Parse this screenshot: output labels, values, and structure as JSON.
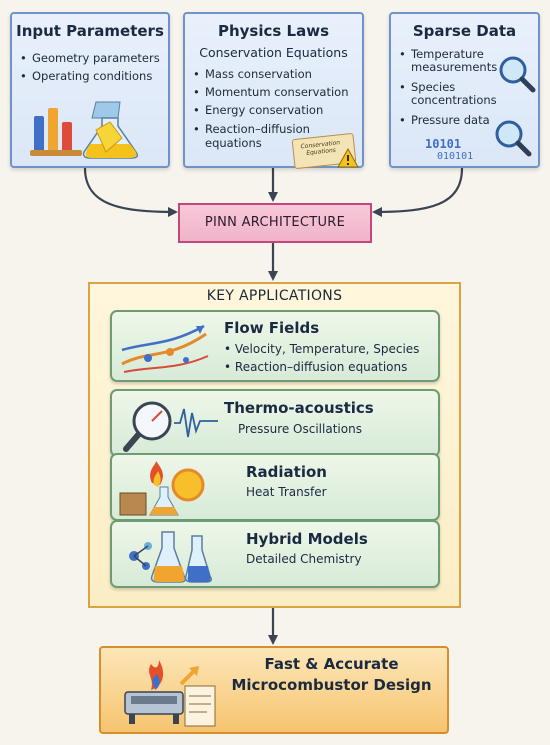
{
  "inputs": {
    "title": "Input Parameters",
    "items": [
      "Geometry parameters",
      "Operating conditions"
    ]
  },
  "physics": {
    "title": "Physics Laws",
    "subtitle": "Conservation Equations",
    "items": [
      "Mass conservation",
      "Momentum conservation",
      "Energy conservation",
      "Reaction–diffusion equations"
    ],
    "scroll_label": "Conservation Equations"
  },
  "sparse": {
    "title": "Sparse Data",
    "items": [
      "Temperature measurements",
      "Species concentrations",
      "Pressure data"
    ],
    "binary_1": "10101",
    "binary_2": "010101"
  },
  "pinn": {
    "label": "PINN ARCHITECTURE"
  },
  "applications": {
    "title": "KEY APPLICATIONS",
    "items": [
      {
        "title": "Flow Fields",
        "lines": [
          "• Velocity, Temperature, Species",
          "• Reaction–diffusion equations"
        ]
      },
      {
        "title": "Thermo-acoustics",
        "lines": [
          "Pressure Oscillations"
        ]
      },
      {
        "title": "Radiation",
        "lines": [
          "Heat Transfer"
        ]
      },
      {
        "title": "Hybrid Models",
        "lines": [
          "Detailed Chemistry"
        ]
      }
    ]
  },
  "result": {
    "line1": "Fast & Accurate",
    "line2": "Microcombustor Design"
  },
  "colors": {
    "top_box_border": "#6f93c8",
    "pinn_fill": "#f1b3c9",
    "pinn_border": "#c2487a",
    "applications_border": "#d9a441",
    "app_card_border": "#6e9c72",
    "result_fill": "#f6c46f",
    "arrow": "#3a4452"
  }
}
